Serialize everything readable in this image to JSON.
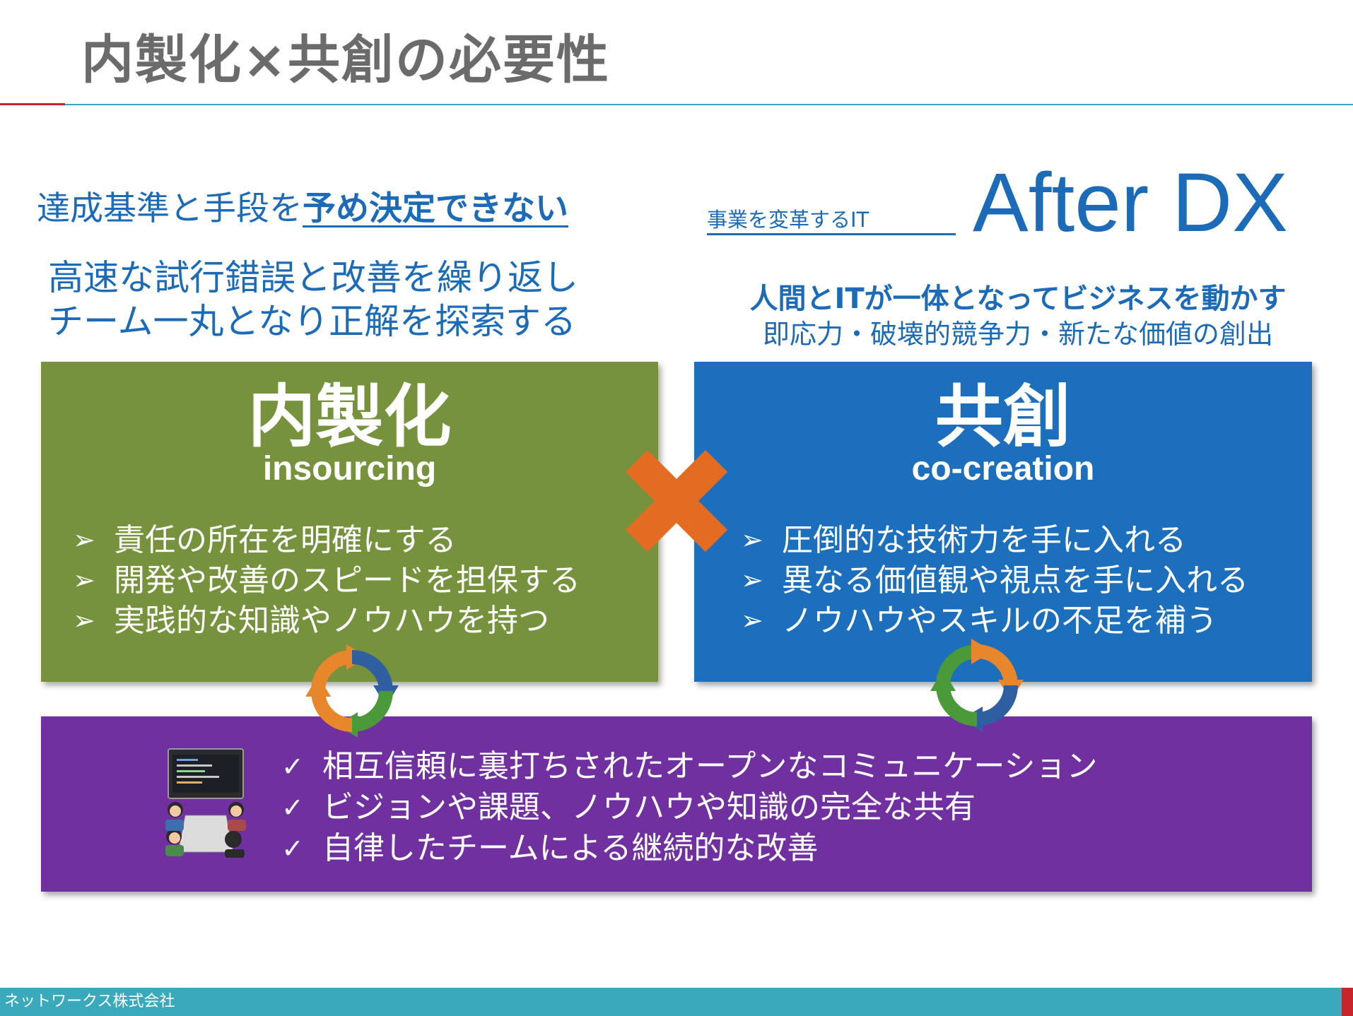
{
  "title": "内製化×共創の必要性",
  "left_heading": {
    "lead_plain": "達成基準と手段を",
    "lead_emphasis": "予め決定できない",
    "desc_line1": "高速な試行錯誤と改善を繰り返し",
    "desc_line2": "チーム一丸となり正解を探索する"
  },
  "right_heading": {
    "sub": "事業を変革するIT",
    "big": "After DX",
    "desc_line1": "人間とITが一体となってビジネスを動かす",
    "desc_line2": "即応力・破壊的競争力・新たな価値の創出"
  },
  "insourcing_box": {
    "title": "内製化",
    "subtitle": "insourcing",
    "bullet_mark": "➢",
    "items": [
      "責任の所在を明確にする",
      "開発や改善のスピードを担保する",
      "実践的な知識やノウハウを持つ"
    ]
  },
  "cocreation_box": {
    "title": "共創",
    "subtitle": "co-creation",
    "bullet_mark": "➢",
    "items": [
      "圧倒的な技術力を手に入れる",
      "異なる価値観や視点を手に入れる",
      "ノウハウやスキルの不足を補う"
    ]
  },
  "team_box": {
    "check_mark": "✓",
    "items": [
      "相互信頼に裏打ちされたオープンなコミュニケーション",
      "ビジョンや課題、ノウハウや知識の完全な共有",
      "自律したチームによる継続的な改善"
    ]
  },
  "footer": {
    "company": "ネットワークス株式会社"
  },
  "colors": {
    "green": "#76923c",
    "blue": "#1c6fbd",
    "purple": "#7030a0",
    "orange_cross": "#e46c22",
    "heading_blue": "#1b6bb8",
    "title_gray": "#6b6b6b",
    "footer_teal": "#3aa9bc",
    "accent_red": "#c8242b"
  }
}
